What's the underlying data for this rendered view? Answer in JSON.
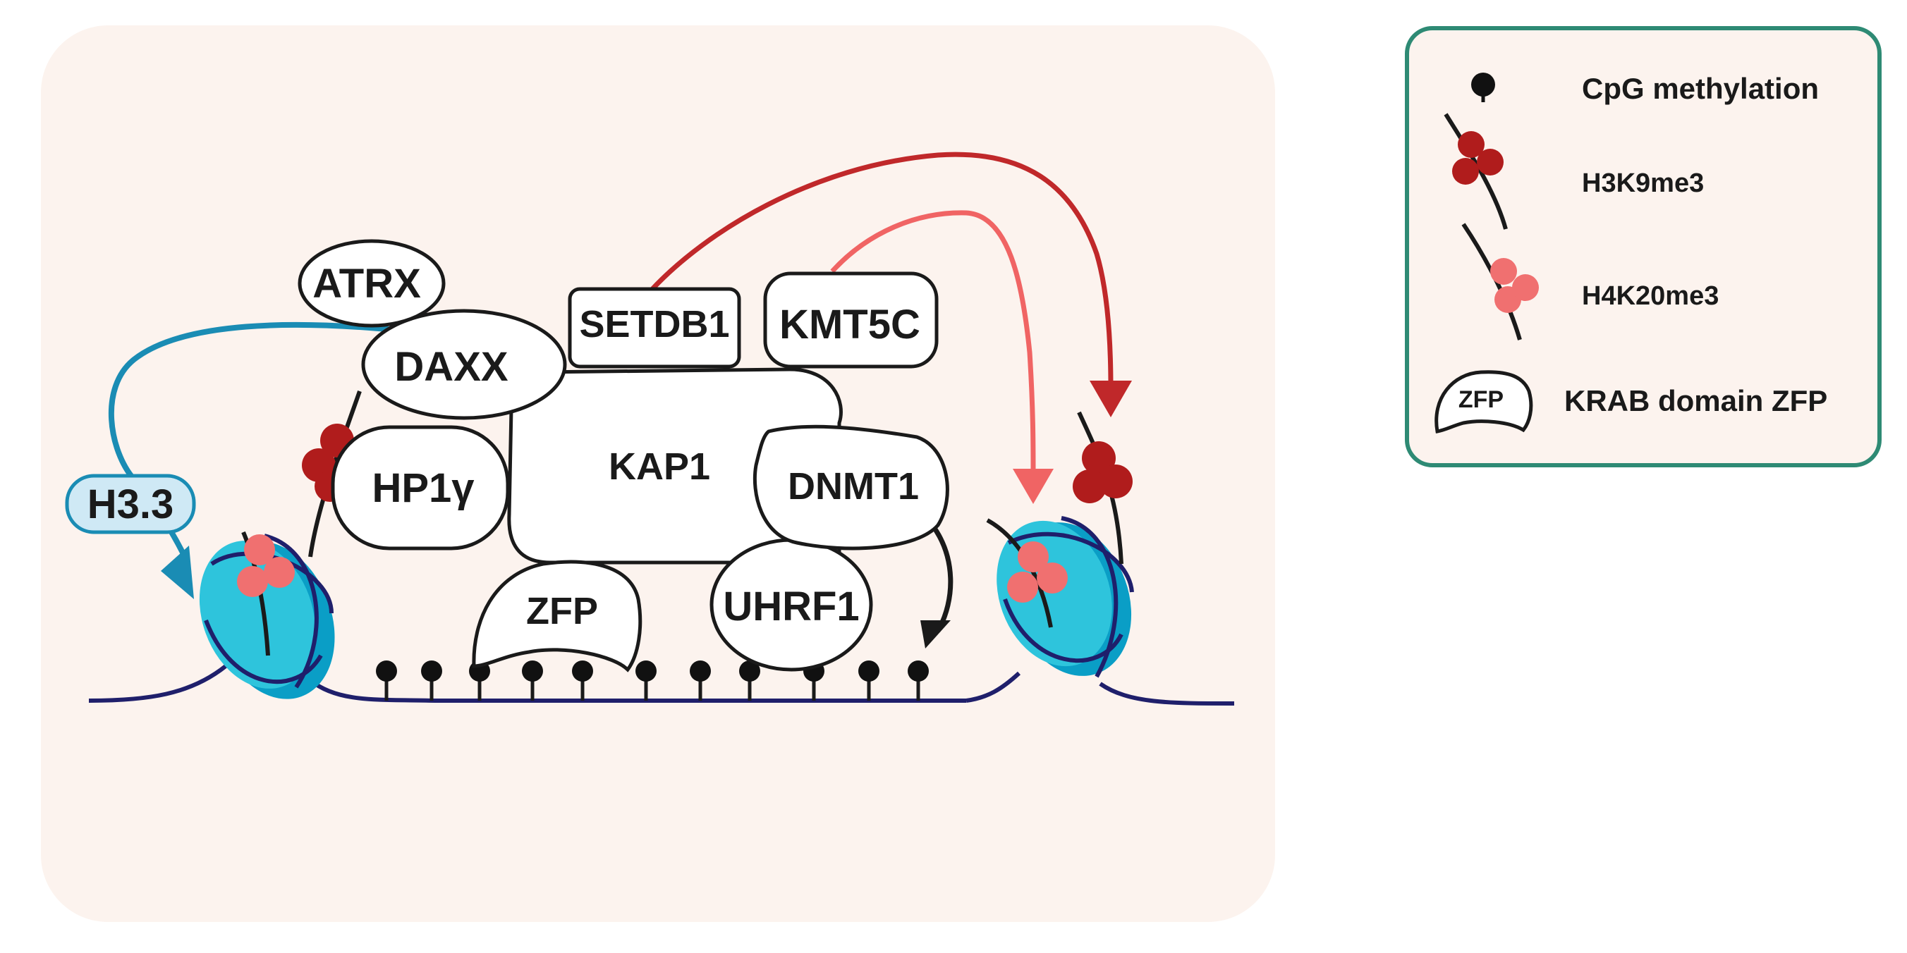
{
  "diagram": {
    "proteins": {
      "atrx": "ATRX",
      "daxx": "DAXX",
      "setdb1": "SETDB1",
      "kmt5c": "KMT5C",
      "kap1": "KAP1",
      "hp1g": "HP1γ",
      "dnmt1": "DNMT1",
      "zfp": "ZFP",
      "uhrf1": "UHRF1",
      "h33": "H3.3"
    },
    "colors": {
      "panel_bg": "#fcf3ee",
      "nucleosome_light": "#2ec4dc",
      "nucleosome_dark": "#0a9ec6",
      "dna": "#1f1f6b",
      "h3k9me3": "#b01c1c",
      "h4k20me3": "#f07070",
      "arrow_setdb1": "#c0282a",
      "arrow_kmt5c": "#f06464",
      "arrow_h33": "#1a8cb4",
      "legend_border": "#2e8a74"
    }
  },
  "legend": {
    "items": [
      {
        "icon": "cpg-methylation-icon",
        "label": "CpG methylation"
      },
      {
        "icon": "h3k9me3-icon",
        "label": "H3K9me3"
      },
      {
        "icon": "h4k20me3-icon",
        "label": "H4K20me3"
      },
      {
        "icon": "krab-zfp-icon",
        "icon_label": "ZFP",
        "label": "KRAB domain ZFP"
      }
    ]
  }
}
